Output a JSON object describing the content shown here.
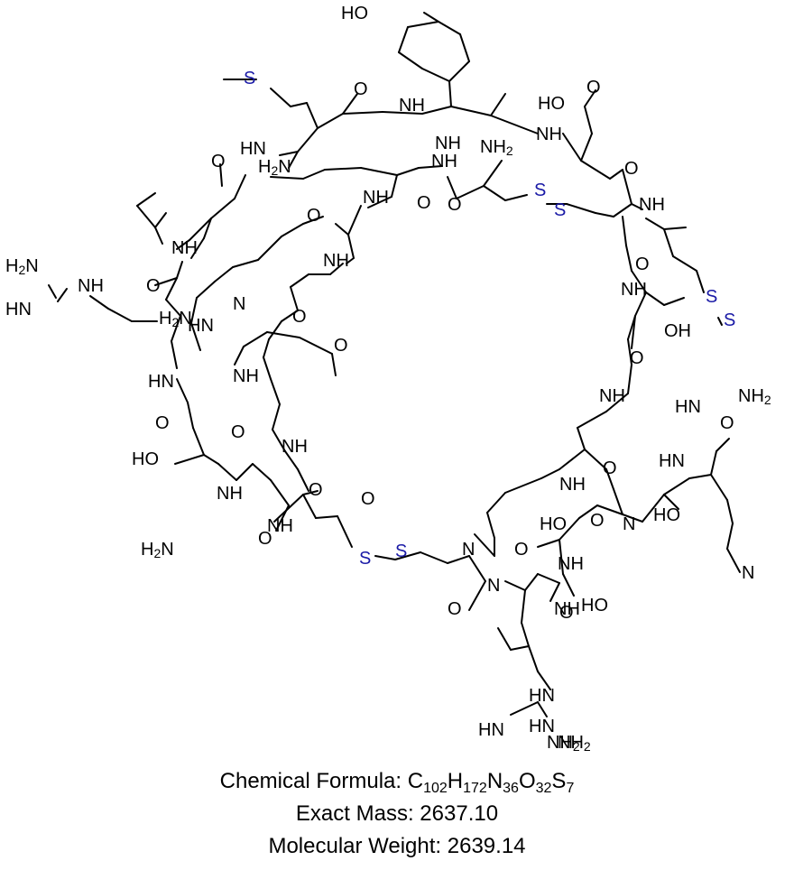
{
  "atom_labels": [
    "HO",
    "O",
    "S",
    "HN",
    "NH",
    "NH",
    "NH2",
    "HO",
    "O",
    "NH",
    "H2N",
    "NH",
    "O",
    "O",
    "O",
    "NH",
    "O",
    "NH",
    "S",
    "S",
    "NH",
    "O",
    "H2N",
    "NH",
    "HN",
    "H2N",
    "HN",
    "NH",
    "O",
    "NH",
    "O",
    "S",
    "OH",
    "S",
    "O",
    "N",
    "O",
    "NH",
    "HN",
    "NH2",
    "O",
    "NH",
    "HN",
    "O",
    "O",
    "NH",
    "HO",
    "O",
    "O",
    "HN",
    "NH",
    "HO",
    "O",
    "HO",
    "NH",
    "O",
    "NH",
    "H2N",
    "N",
    "O",
    "N",
    "S",
    "S",
    "NH",
    "O",
    "N",
    "O",
    "HO",
    "O",
    "N",
    "HN",
    "NH2",
    "O",
    "NH",
    "HN",
    "HN",
    "NH2"
  ],
  "caption": {
    "formula_label": "Chemical Formula:",
    "formula": [
      {
        "t": "C",
        "s": "102"
      },
      {
        "t": "H",
        "s": "172"
      },
      {
        "t": "N",
        "s": "36"
      },
      {
        "t": "O",
        "s": "32"
      },
      {
        "t": "S",
        "s": "7"
      }
    ],
    "exact_mass_label": "Exact Mass:",
    "exact_mass": "2637.10",
    "mw_label": "Molecular Weight:",
    "mw": "2639.14"
  },
  "colors": {
    "sulfur": "#1a1aa6",
    "bond": "#000000",
    "background": "#ffffff"
  }
}
